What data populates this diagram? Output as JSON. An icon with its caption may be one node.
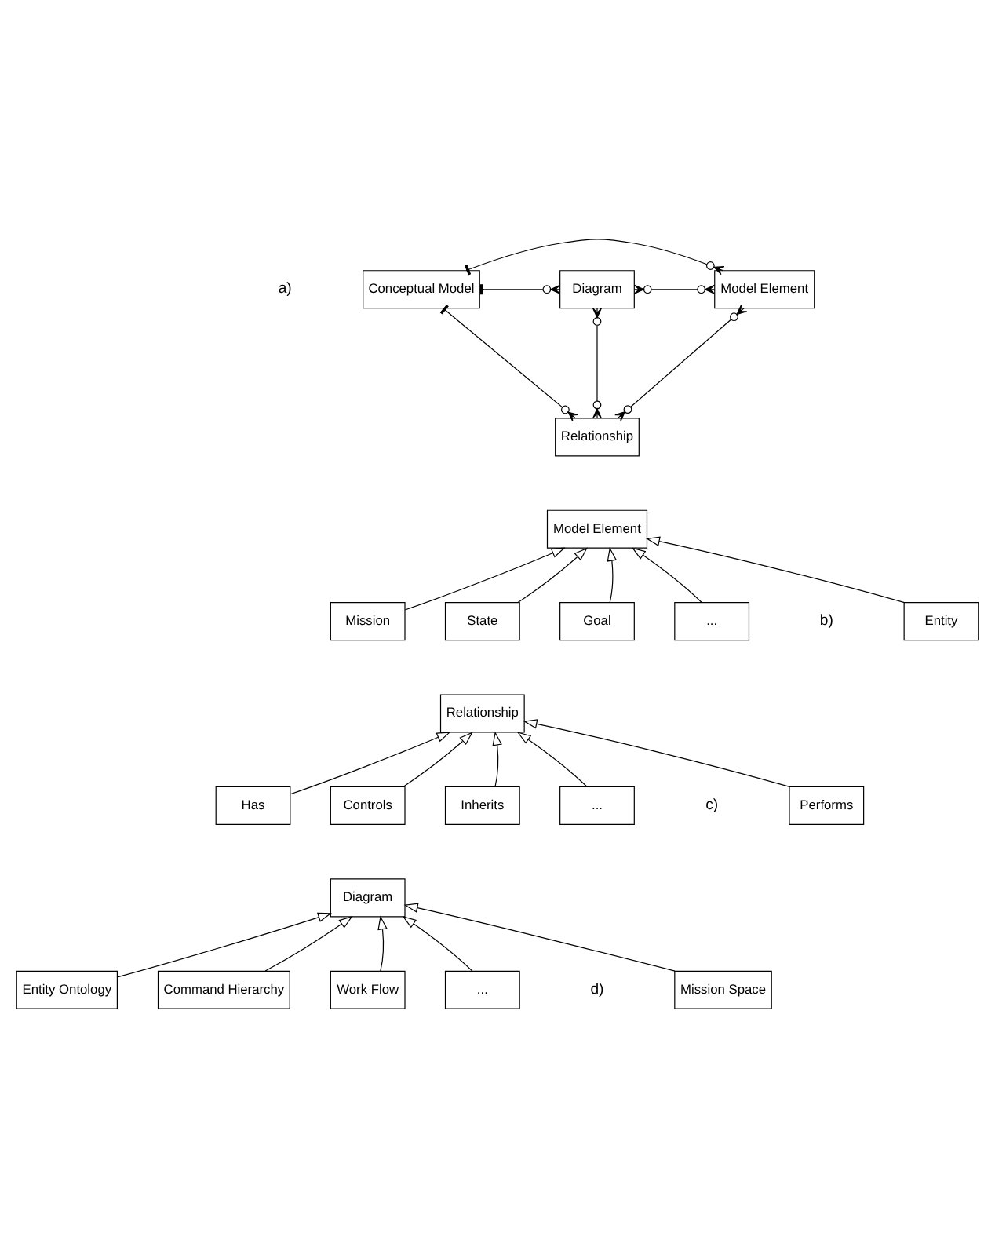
{
  "diagram": {
    "nodes": [
      {
        "text": [
          "Conceptual Model"
        ]
      },
      {
        "text": [
          "Diagram"
        ]
      },
      {
        "text": [
          "Model Element"
        ]
      },
      {
        "text": [
          "Relationship"
        ]
      },
      {
        "text": [
          "Model Element"
        ]
      },
      {
        "text": [
          "Entity"
        ]
      },
      {
        "text": [
          "Mission"
        ]
      },
      {
        "text": [
          "State"
        ]
      },
      {
        "text": [
          "Goal"
        ]
      },
      {
        "text": [
          "..."
        ]
      },
      {
        "text": [
          "Relationship"
        ]
      },
      {
        "text": [
          "Performs"
        ]
      },
      {
        "text": [
          "Has"
        ]
      },
      {
        "text": [
          "Controls"
        ]
      },
      {
        "text": [
          "Inherits"
        ]
      },
      {
        "text": [
          "..."
        ]
      },
      {
        "text": [
          "Diagram"
        ]
      },
      {
        "text": [
          "Mission Space"
        ]
      },
      {
        "text": [
          "Entity Ontology"
        ]
      },
      {
        "text": [
          "Command Hierarchy"
        ]
      },
      {
        "text": [
          "Work Flow"
        ]
      },
      {
        "text": [
          "..."
        ]
      }
    ],
    "edges": [
      {
        "from": 0,
        "to": 2,
        "arrow": "other"
      },
      {
        "from": 0,
        "to": 1,
        "arrow": "other"
      },
      {
        "from": 1,
        "to": 2,
        "arrow": "other"
      },
      {
        "from": 2,
        "to": 3,
        "arrow": "other"
      },
      {
        "from": 1,
        "to": 3,
        "arrow": "other"
      },
      {
        "from": 0,
        "to": 3,
        "arrow": "other"
      },
      {
        "from": 5,
        "to": 4,
        "arrow": "to"
      },
      {
        "from": 6,
        "to": 4,
        "arrow": "to"
      },
      {
        "from": 7,
        "to": 4,
        "arrow": "to"
      },
      {
        "from": 8,
        "to": 4,
        "arrow": "to"
      },
      {
        "from": 9,
        "to": 4,
        "arrow": "to"
      },
      {
        "from": 11,
        "to": 10,
        "arrow": "to"
      },
      {
        "from": 12,
        "to": 10,
        "arrow": "to"
      },
      {
        "from": 13,
        "to": 10,
        "arrow": "to"
      },
      {
        "from": 14,
        "to": 10,
        "arrow": "to"
      },
      {
        "from": 15,
        "to": 10,
        "arrow": "to"
      },
      {
        "from": 17,
        "to": 16,
        "arrow": "to"
      },
      {
        "from": 18,
        "to": 16,
        "arrow": "to"
      },
      {
        "from": 19,
        "to": 16,
        "arrow": "to"
      },
      {
        "from": 20,
        "to": 16,
        "arrow": "to"
      },
      {
        "from": 21,
        "to": 16,
        "arrow": "to"
      }
    ],
    "labels": [
      "a)",
      "b)",
      "c)",
      "d)"
    ]
  }
}
